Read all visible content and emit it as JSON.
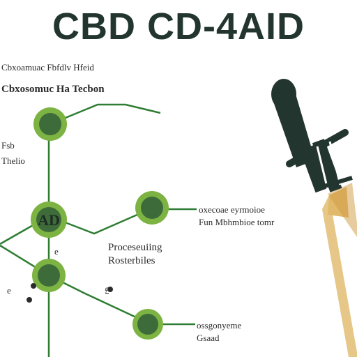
{
  "title": "CBD CD-4AID",
  "node_center_text": "AD",
  "labels": {
    "top_line1": "Cbxoamuac Fbfdlv Hfeid",
    "top_line2": "Cbxosomuc Ha Tecbon",
    "left_side1": "Fsb",
    "left_side2": "Thelio",
    "right_mid1": "oxecoae eyrmoioe",
    "right_mid2": "Fun Mbhmbioe tomr",
    "center1": "Proceseuiing",
    "center2": "Rosterbiles",
    "bottom_right1": "ossgonyeme",
    "bottom_right2": "Gsaad",
    "mark_a": "e",
    "mark_b": "e",
    "mark_c": "£",
    "mark_d": "e"
  },
  "colors": {
    "title": "#23352f",
    "bond": "#2e7d32",
    "node_outer": "#7cb342",
    "node_inner": "#3e6b3a",
    "dropper_body": "#23352f",
    "dropper_tube": "#e0b96a"
  }
}
